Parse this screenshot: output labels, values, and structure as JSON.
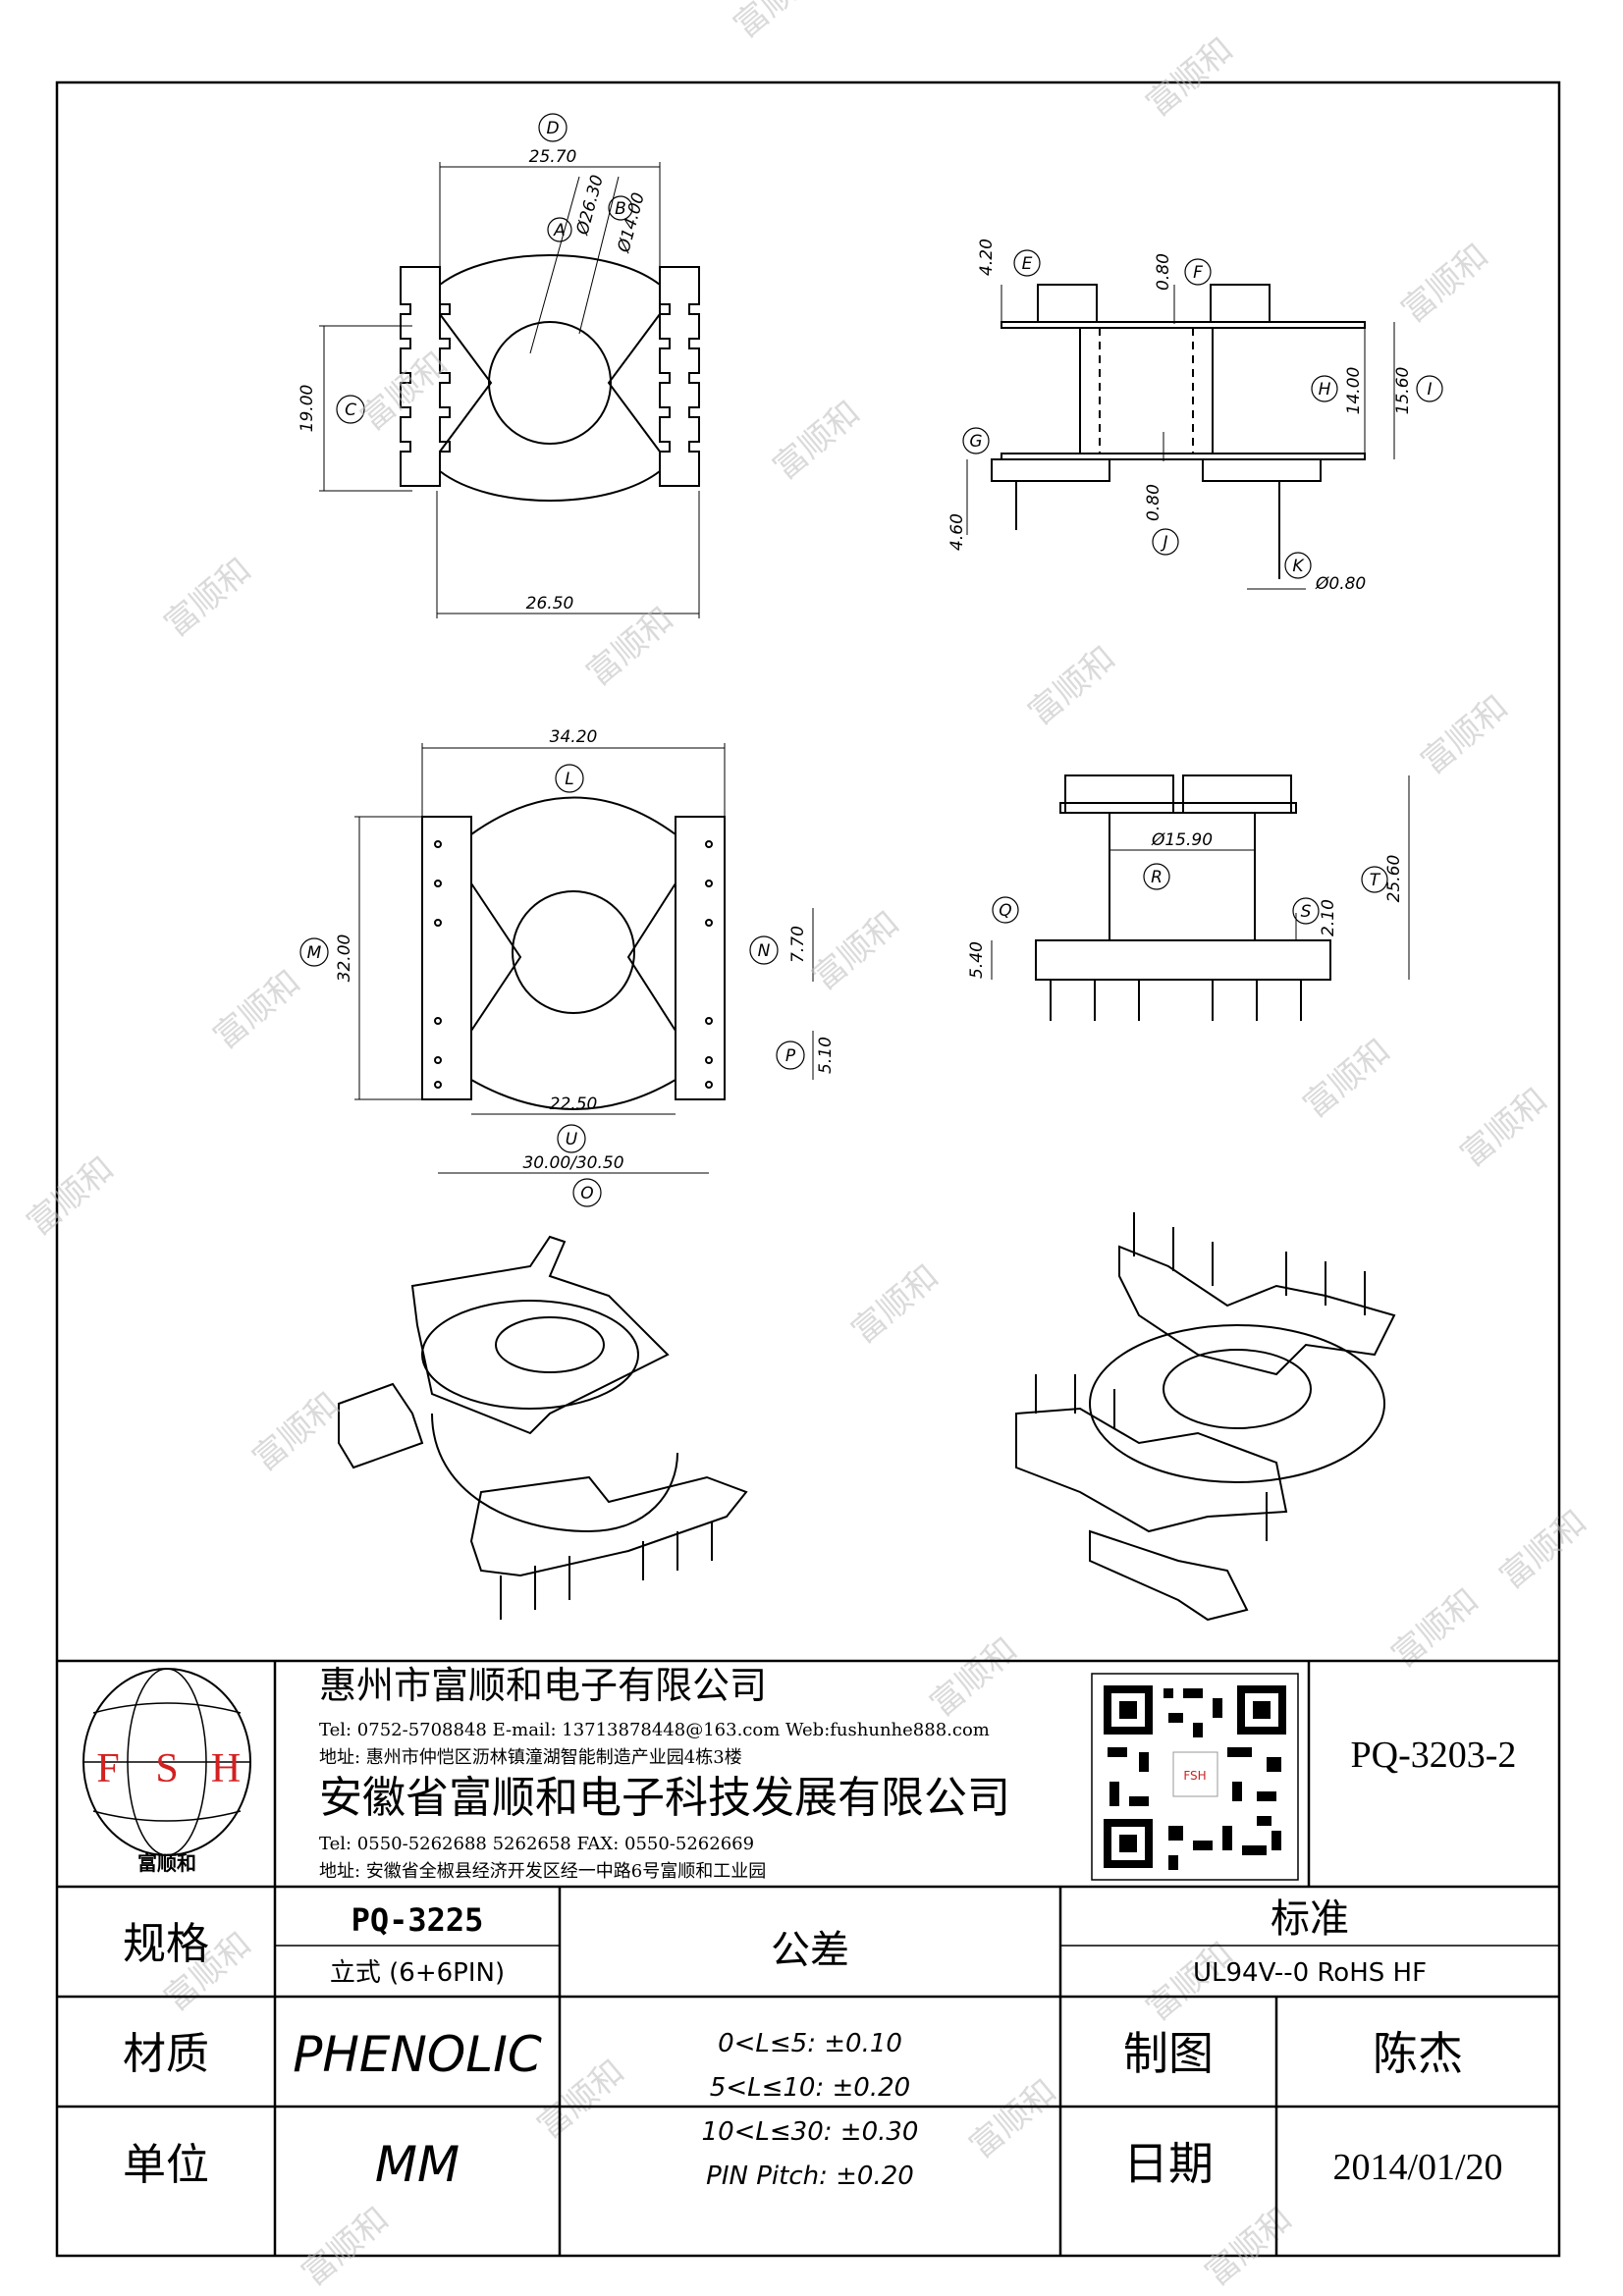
{
  "drawing": {
    "view_top": {
      "dims": {
        "d1": "25.70",
        "d2": "19.00",
        "d3": "26.50",
        "d4": "Ø26.30",
        "d5": "Ø14.00"
      },
      "callouts": [
        "D",
        "A",
        "B",
        "C"
      ]
    },
    "view_side_top": {
      "dims": {
        "d1": "4.20",
        "d2": "0.80",
        "d3": "14.00",
        "d4": "15.60",
        "d5": "4.60",
        "d6": "0.80",
        "d7": "Ø0.80"
      },
      "callouts": [
        "E",
        "F",
        "H",
        "I",
        "G",
        "J",
        "K"
      ]
    },
    "view_bottom": {
      "dims": {
        "d1": "34.20",
        "d2": "32.00",
        "d3": "7.70",
        "d4": "5.10",
        "d5": "22.50",
        "d6": "30.00/30.50"
      },
      "callouts": [
        "L",
        "M",
        "N",
        "P",
        "U",
        "O"
      ]
    },
    "view_side_bottom": {
      "dims": {
        "d1": "Ø15.90",
        "d2": "25.60",
        "d3": "2.10",
        "d4": "5.40"
      },
      "callouts": [
        "R",
        "S",
        "T",
        "Q"
      ]
    }
  },
  "title_block": {
    "logo_letters": [
      "F",
      "S",
      "H"
    ],
    "logo_caption": "富顺和",
    "company1": "惠州市富顺和电子有限公司",
    "company1_contact": "Tel: 0752-5708848  E-mail: 13713878448@163.com  Web:fushunhe888.com",
    "company1_address": "地址: 惠州市仲恺区沥林镇潼湖智能制造产业园4栋3楼",
    "company2": "安徽省富顺和电子科技发展有限公司",
    "company2_contact": "Tel:  0550-5262688  5262658      FAX: 0550-5262669",
    "company2_address": "地址: 安徽省全椒县经济开发区经一中路6号富顺和工业园",
    "qr_label": "FSH",
    "part_number": "PQ-3203-2",
    "spec_label": "规格",
    "spec_value1": "PQ-3225",
    "spec_value2": "立式 (6+6PIN)",
    "tolerance_label": "公差",
    "tolerances": [
      "0<L≤5: ±0.10",
      "5<L≤10: ±0.20",
      "10<L≤30: ±0.30",
      "PIN Pitch: ±0.20"
    ],
    "standard_label": "标准",
    "standard_value": "UL94V--0  RoHS HF",
    "material_label": "材质",
    "material_value": "PHENOLIC",
    "drawn_label": "制图",
    "drawn_value": "陈杰",
    "unit_label": "单位",
    "unit_value": "MM",
    "date_label": "日期",
    "date_value": "2014/01/20"
  },
  "watermark": "富顺和"
}
